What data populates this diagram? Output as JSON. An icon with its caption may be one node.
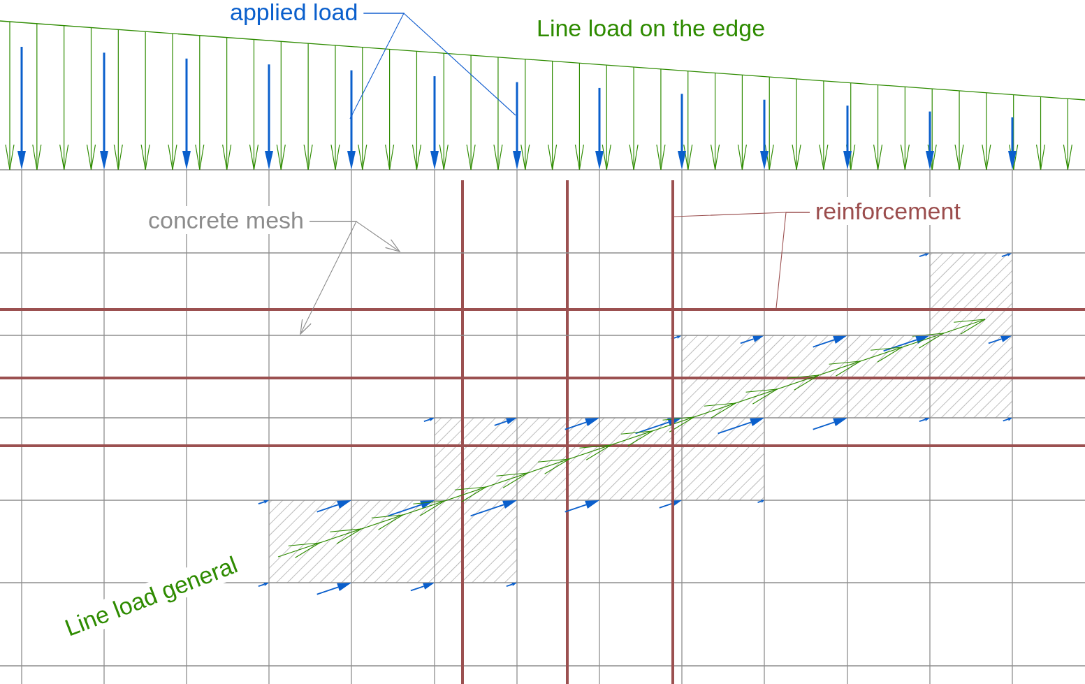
{
  "diagram": {
    "nodes": [
      {
        "text": [
          "applied load"
        ]
      },
      {
        "text": [
          "concrete mesh"
        ]
      },
      {
        "text": [
          "reinforcement"
        ]
      },
      {
        "text": [],
        "shape": "arrow"
      },
      {
        "text": [],
        "shape": "arrow"
      },
      {
        "text": [],
        "shape": "line"
      },
      {
        "text": [],
        "shape": "line"
      },
      {
        "text": [],
        "shape": "bar"
      },
      {
        "text": [],
        "shape": "bar"
      }
    ],
    "edges": [
      {
        "from": 0,
        "to": 3,
        "arrow": "none",
        "color": "#1560d0"
      },
      {
        "from": 0,
        "to": 4,
        "arrow": "none",
        "color": "#1560d0"
      },
      {
        "from": 1,
        "to": 5,
        "arrow": "to",
        "color": "#8c8c8c"
      },
      {
        "from": 1,
        "to": 6,
        "arrow": "to",
        "color": "#8c8c8c"
      },
      {
        "from": 2,
        "to": 7,
        "arrow": "none",
        "color": "#9b5050"
      },
      {
        "from": 2,
        "to": 8,
        "arrow": "none",
        "color": "#9b5050"
      }
    ],
    "labels": [
      "Line load on the edge",
      "Line load general"
    ]
  }
}
